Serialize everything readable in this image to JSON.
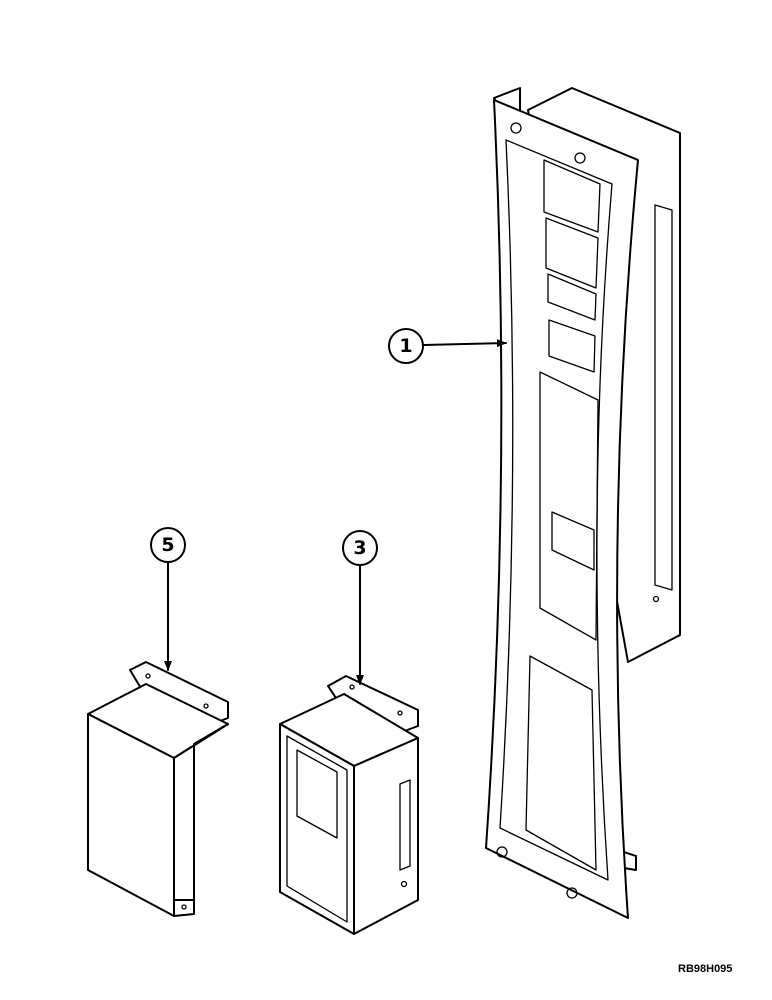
{
  "callouts": {
    "part_1": "1",
    "part_3": "3",
    "part_5": "5"
  },
  "reference_code": "RB98H095"
}
